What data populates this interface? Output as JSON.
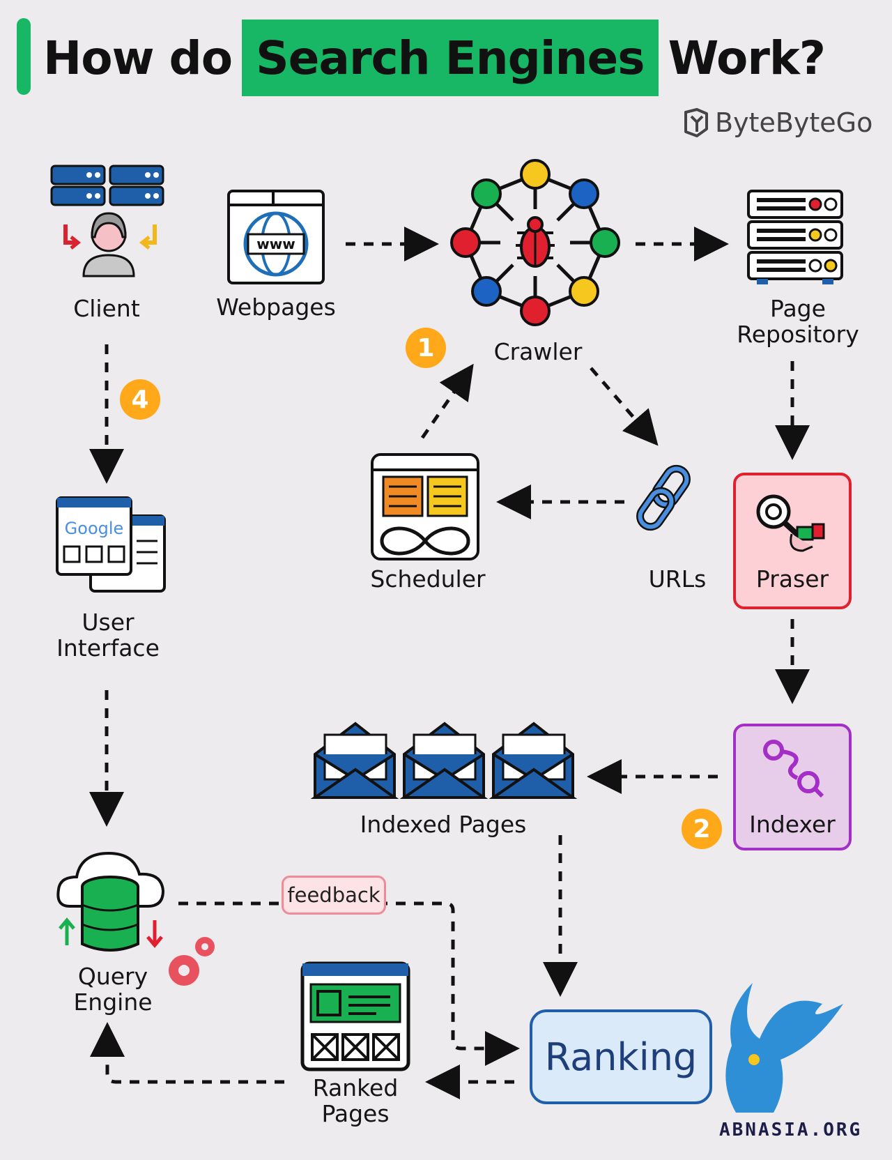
{
  "title": {
    "before": "How do",
    "highlight": "Search Engines",
    "after": "Work?"
  },
  "brand": "ByteByteGo",
  "nodes": {
    "client": "Client",
    "webpages": "Webpages",
    "crawler": "Crawler",
    "page_repository_1": "Page",
    "page_repository_2": "Repository",
    "scheduler": "Scheduler",
    "urls": "URLs",
    "praser": "Praser",
    "indexer": "Indexer",
    "indexed_pages": "Indexed Pages",
    "user_interface_1": "User",
    "user_interface_2": "Interface",
    "query_engine_1": "Query",
    "query_engine_2": "Engine",
    "ranked_pages_1": "Ranked",
    "ranked_pages_2": "Pages",
    "ranking": "Ranking",
    "feedback": "feedback"
  },
  "steps": [
    "1",
    "2",
    "4"
  ],
  "icons": {
    "browser_text": "www",
    "google_text": "Google"
  },
  "watermark": "ABNASIA.ORG",
  "colors": {
    "accent_green": "#18b765",
    "badge_orange": "#ffa81a",
    "praser_fill": "#fdd0d6",
    "praser_border": "#e0202e",
    "indexer_fill": "#e8cdea",
    "indexer_border": "#a32fc7",
    "ranking_fill": "#dbeaf8",
    "ranking_border": "#1f5ea8"
  }
}
